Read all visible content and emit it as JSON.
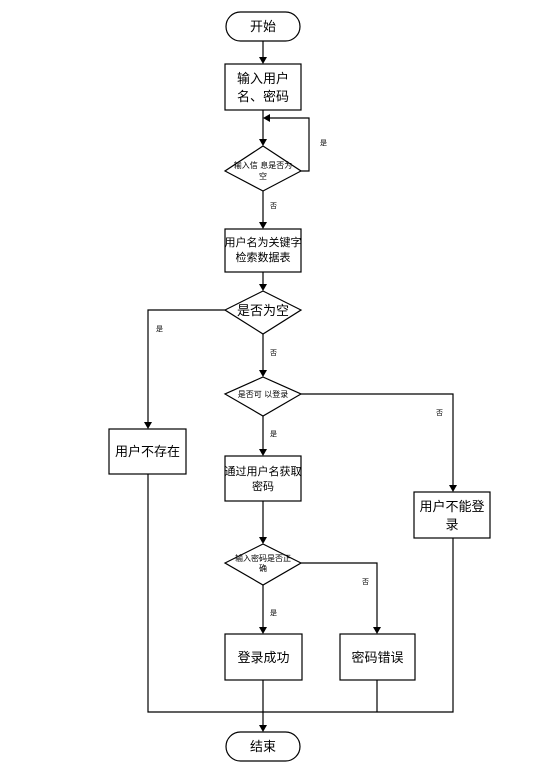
{
  "flowchart": {
    "start": "开始",
    "input_line1": "输入用户",
    "input_line2": "名、密码",
    "check_empty_line1": "输入信 息是否为",
    "check_empty_line2": "空",
    "search_line1": "用户名为关键字",
    "search_line2": "检索数据表",
    "result_empty": "是否为空",
    "user_not_exist": "用户不存在",
    "can_login": "是否可 以登录",
    "get_pwd_line1": "通过用户名获取",
    "get_pwd_line2": "密码",
    "cannot_login_line1": "用户不能登",
    "cannot_login_line2": "录",
    "check_pwd_line1": "输入密码是否正",
    "check_pwd_line2": "确",
    "login_success": "登录成功",
    "pwd_wrong": "密码错误",
    "end": "结束"
  },
  "labels": {
    "yes": "是",
    "no": "否"
  }
}
